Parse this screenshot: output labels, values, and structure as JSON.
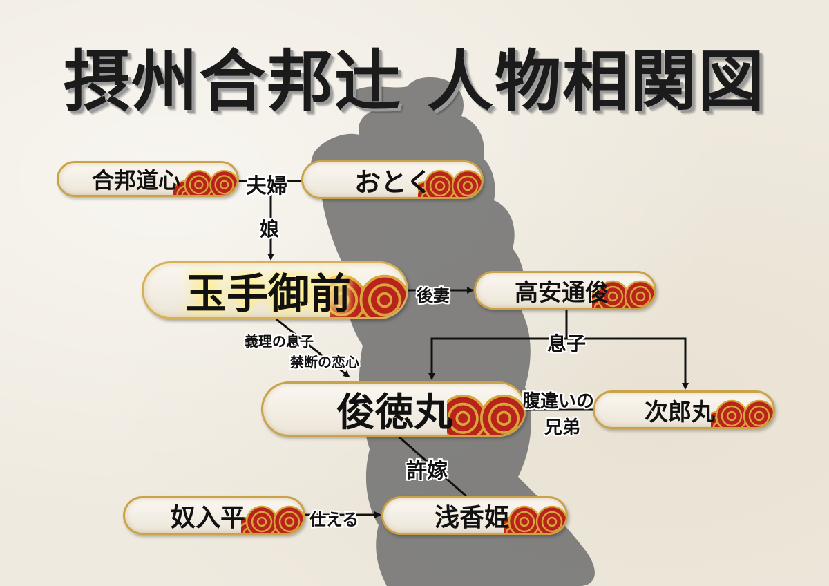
{
  "title": {
    "part1": "摂州合邦辻",
    "part2": "人物相関図"
  },
  "colors": {
    "frame_gold": "#c9a24a",
    "wave_red": "#b8231c",
    "wave_gold": "#d9a43a",
    "silhouette": "#6f6f6f"
  },
  "nodes": {
    "gappo": "合邦道心",
    "otoku": "おとく",
    "tamate": "玉手御前",
    "takayasu": "高安通俊",
    "shuntoku": "俊徳丸",
    "jiro": "次郎丸",
    "yakko": "奴入平",
    "asaka": "浅香姫"
  },
  "relations": {
    "fuufu": "夫婦",
    "musume": "娘",
    "gosai": "後妻",
    "musuko": "息子",
    "giri_line1": "義理の息子",
    "giri_line2": "禁断の恋心",
    "harachigai_line1": "腹違いの",
    "harachigai_line2": "兄弟",
    "iinazuke": "許嫁",
    "tsukaeru": "仕える"
  }
}
